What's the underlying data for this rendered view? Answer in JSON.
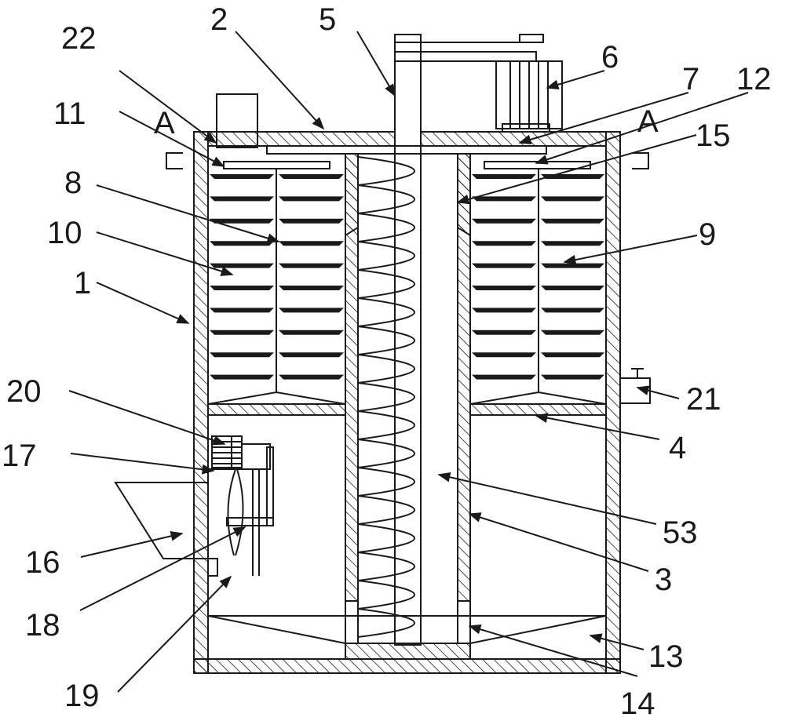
{
  "labels": {
    "n1": "1",
    "n2": "2",
    "n3": "3",
    "n4": "4",
    "n5": "5",
    "n6": "6",
    "n7": "7",
    "n8": "8",
    "n9": "9",
    "n10": "10",
    "n11": "11",
    "n12": "12",
    "n13": "13",
    "n14": "14",
    "n15": "15",
    "n16": "16",
    "n17": "17",
    "n18": "18",
    "n19": "19",
    "n20": "20",
    "n21": "21",
    "n22": "22",
    "n53": "53",
    "a_left": "A",
    "a_right": "A"
  },
  "colors": {
    "line": "#1a1a1a",
    "background": "#ffffff"
  }
}
